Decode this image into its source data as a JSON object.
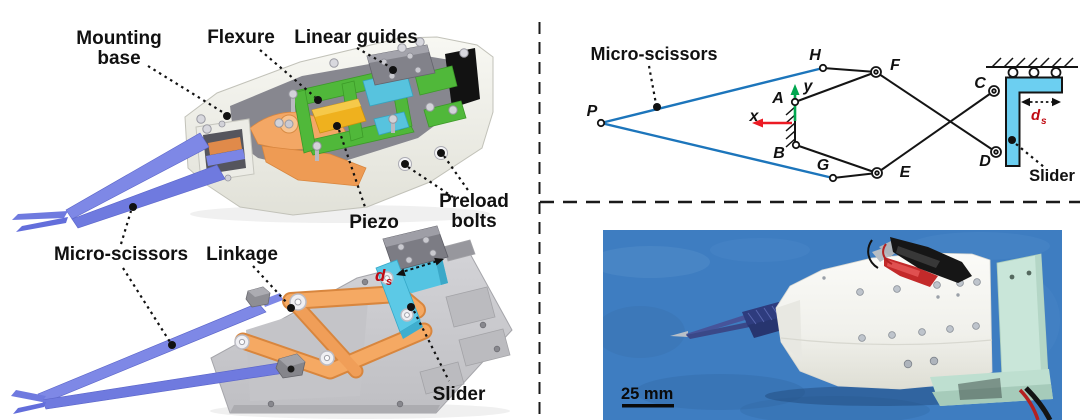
{
  "colors": {
    "scissors_blue": "#7B85E5",
    "linkage_orange": "#F5A963",
    "flexure_green": "#50B83A",
    "piezo_yellow": "#EFB11E",
    "cad_slider_cyan": "#5CC9E6",
    "diagram_link_blue": "#1C75BB",
    "diagram_slider_cyan": "#6CCFF1",
    "axis_green": "#00A74F",
    "axis_red": "#EC1B24",
    "dimension_red": "#C00A12",
    "photo_cloth_blue": "#3E7DC1",
    "photo_bracket_mint": "#C9E6D9"
  },
  "cad_panel": {
    "labels": {
      "mounting_base_line1": "Mounting",
      "mounting_base_line2": "base",
      "flexure": "Flexure",
      "linear_guides": "Linear guides",
      "piezo": "Piezo",
      "preload_bolts_line1": "Preload",
      "preload_bolts_line2": "bolts",
      "micro_scissors": "Micro-scissors",
      "linkage": "Linkage",
      "slider": "Slider",
      "ds_symbol": "d",
      "ds_subscript": "s"
    }
  },
  "diagram_panel": {
    "label_micro_scissors": "Micro-scissors",
    "label_slider": "Slider",
    "axis_x": "x",
    "axis_y": "y",
    "ds_symbol": "d",
    "ds_subscript": "s",
    "joints": {
      "P": "P",
      "A": "A",
      "B": "B",
      "C": "C",
      "D": "D",
      "E": "E",
      "F": "F",
      "G": "G",
      "H": "H"
    }
  },
  "photo_panel": {
    "scale_bar_label": "25 mm"
  }
}
